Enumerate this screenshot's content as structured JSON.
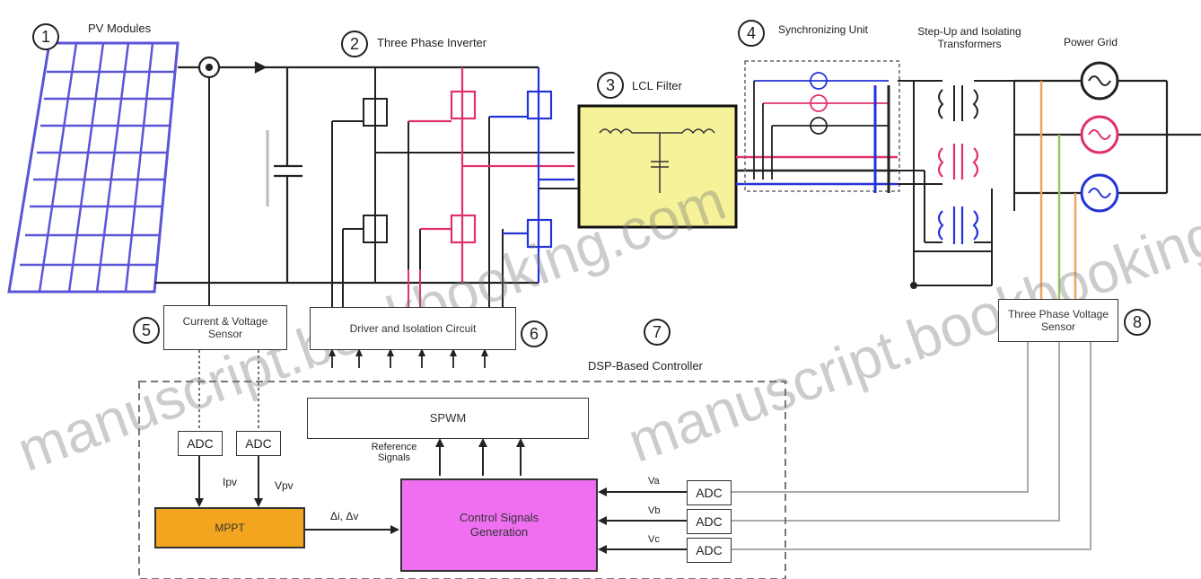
{
  "diagram": {
    "blocks": {
      "pv_modules": {
        "number": "1",
        "label": "PV Modules"
      },
      "inverter": {
        "number": "2",
        "label": "Three Phase Inverter"
      },
      "lcl_filter": {
        "number": "3",
        "label": "LCL Filter"
      },
      "synchronizing_unit": {
        "number": "4",
        "label": "Synchronizing Unit"
      },
      "transformer": {
        "label": "Step-Up and Isolating Transformers"
      },
      "power_grid": {
        "label": "Power Grid"
      },
      "current_voltage_sensor": {
        "number": "5",
        "label": "Current & Voltage Sensor"
      },
      "driver_circuit": {
        "number": "6",
        "label": "Driver and Isolation Circuit"
      },
      "dsp_controller": {
        "number": "7",
        "label": "DSP-Based Controller"
      },
      "voltage_sensor": {
        "number": "8",
        "label": "Three Phase Voltage Sensor"
      },
      "spwm": {
        "label": "SPWM"
      },
      "reference_signals": {
        "label": "Reference Signals"
      },
      "mppt": {
        "label": "MPPT"
      },
      "control_signals": {
        "label": "Control Signals Generation"
      },
      "adc": {
        "label": "ADC"
      }
    },
    "signals": {
      "i_pv": "Ipv",
      "v_pv": "Vpv",
      "di_dv": "Δi, Δv",
      "va": "Va",
      "vb": "Vb",
      "vc": "Vc"
    },
    "watermark": "manuscript.bookbooking.com"
  },
  "colors": {
    "line": "#222222",
    "pv_panel": "#5a55d6",
    "phase_red": "#e0306a",
    "phase_blue": "#2433d8",
    "filter_fill": "#f6f29a",
    "filter_border": "#111111",
    "mppt_fill": "#f4a51f",
    "control_fill": "#ef6ff0",
    "orange_line": "#f3a25a",
    "green_line": "#9ac25a"
  }
}
